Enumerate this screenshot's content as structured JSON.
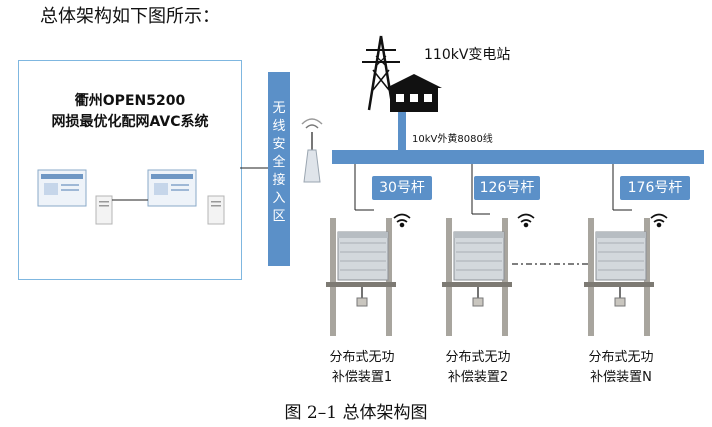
{
  "intro_text": "总体架构如下图所示：",
  "system": {
    "title_line1": "衢州OPEN5200",
    "title_line2": "网损最优化配网AVC系统"
  },
  "access_zone": [
    "无",
    "线",
    "安",
    "全",
    "接",
    "入",
    "区"
  ],
  "substation_label": "110kV变电站",
  "line_label": "10kV外黄8080线",
  "poles": [
    {
      "label": "30号杆",
      "caption1": "分布式无功",
      "caption2": "补偿装置1"
    },
    {
      "label": "126号杆",
      "caption1": "分布式无功",
      "caption2": "补偿装置2"
    },
    {
      "label": "176号杆",
      "caption1": "分布式无功",
      "caption2": "补偿装置N"
    }
  ],
  "figure_caption": "图 2–1 总体架构图",
  "colors": {
    "bus": "#5b90c8",
    "box_border": "#7fb7e0"
  }
}
